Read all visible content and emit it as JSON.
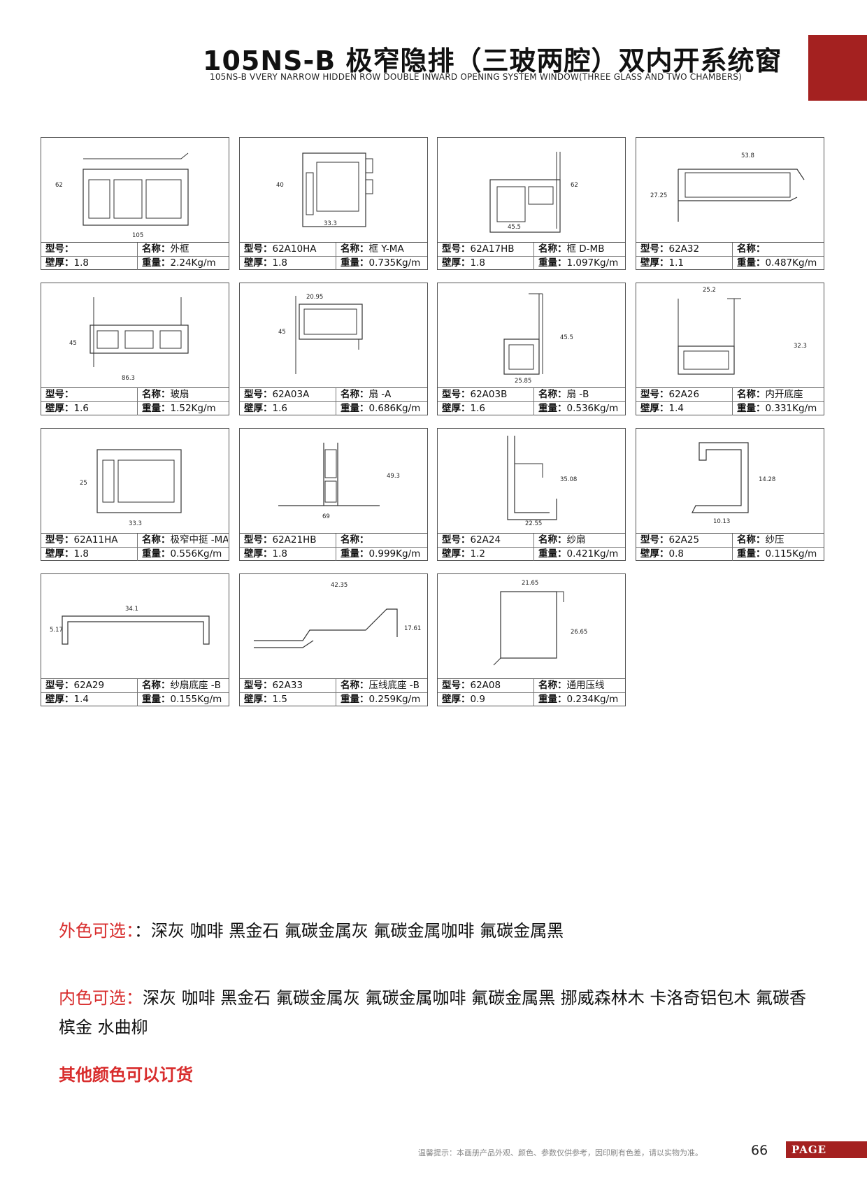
{
  "header": {
    "title": "105NS-B 极窄隐排（三玻两腔）双内开系统窗",
    "subtitle": "105NS-B VVERY NARROW HIDDEN ROW DOUBLE INWARD OPENING SYSTEM WINDOW(THREE GLASS AND TWO CHAMBERS)"
  },
  "labels": {
    "model": "型号：",
    "name": "名称：",
    "thickness": "壁厚：",
    "weight": "重量："
  },
  "profiles": [
    {
      "model": "",
      "name": "外框",
      "thickness": "1.8",
      "weight": "2.24Kg/m",
      "dims": [
        "62",
        "105"
      ]
    },
    {
      "model": "62A10HA",
      "name": "框 Y-MA",
      "thickness": "1.8",
      "weight": "0.735Kg/m",
      "dims": [
        "40",
        "33.3"
      ]
    },
    {
      "model": "62A17HB",
      "name": "框 D-MB",
      "thickness": "1.8",
      "weight": "1.097Kg/m",
      "dims": [
        "62",
        "45.5"
      ]
    },
    {
      "model": "62A32",
      "name": "",
      "thickness": "1.1",
      "weight": "0.487Kg/m",
      "dims": [
        "53.8",
        "27.25"
      ]
    },
    {
      "model": "",
      "name": "玻扇",
      "thickness": "1.6",
      "weight": "1.52Kg/m",
      "dims": [
        "45",
        "86.3"
      ]
    },
    {
      "model": "62A03A",
      "name": "扇 -A",
      "thickness": "1.6",
      "weight": "0.686Kg/m",
      "dims": [
        "20.95",
        "45"
      ]
    },
    {
      "model": "62A03B",
      "name": "扇 -B",
      "thickness": "1.6",
      "weight": "0.536Kg/m",
      "dims": [
        "45.5",
        "25.85"
      ]
    },
    {
      "model": "62A26",
      "name": "内开底座",
      "thickness": "1.4",
      "weight": "0.331Kg/m",
      "dims": [
        "25.2",
        "32.3"
      ]
    },
    {
      "model": "62A11HA",
      "name": "极窄中挺 -MA",
      "thickness": "1.8",
      "weight": "0.556Kg/m",
      "dims": [
        "25",
        "33.3"
      ]
    },
    {
      "model": "62A21HB",
      "name": "",
      "thickness": "1.8",
      "weight": "0.999Kg/m",
      "dims": [
        "49.3",
        "69"
      ]
    },
    {
      "model": "62A24",
      "name": "纱扇",
      "thickness": "1.2",
      "weight": "0.421Kg/m",
      "dims": [
        "35.08",
        "22.55"
      ]
    },
    {
      "model": "62A25",
      "name": "纱压",
      "thickness": "0.8",
      "weight": "0.115Kg/m",
      "dims": [
        "14.28",
        "10.13"
      ]
    },
    {
      "model": "62A29",
      "name": "纱扇底座 -B",
      "thickness": "1.4",
      "weight": "0.155Kg/m",
      "dims": [
        "34.1",
        "5.17"
      ]
    },
    {
      "model": "62A33",
      "name": "压线底座 -B",
      "thickness": "1.5",
      "weight": "0.259Kg/m",
      "dims": [
        "42.35",
        "17.61"
      ]
    },
    {
      "model": "62A08",
      "name": "通用压线",
      "thickness": "0.9",
      "weight": "0.234Kg/m",
      "dims": [
        "21.65",
        "26.65"
      ]
    }
  ],
  "colors": {
    "outer_label": "外色可选：",
    "outer_values": "：深灰 咖啡 黑金石 氟碳金属灰 氟碳金属咖啡 氟碳金属黑",
    "inner_label": "内色可选：",
    "inner_values": "深灰 咖啡 黑金石 氟碳金属灰 氟碳金属咖啡 氟碳金属黑 挪威森林木 卡洛奇铝包木 氟碳香槟金 水曲柳",
    "other": "其他颜色可以订货"
  },
  "footer": {
    "note": "温馨提示：本画册产品外观、颜色、参数仅供参考，因印刷有色差，请以实物为准。",
    "page_number": "66",
    "page_label": "PAGE"
  },
  "palette": {
    "accent": "#a42120",
    "highlight": "#d82c2c"
  }
}
